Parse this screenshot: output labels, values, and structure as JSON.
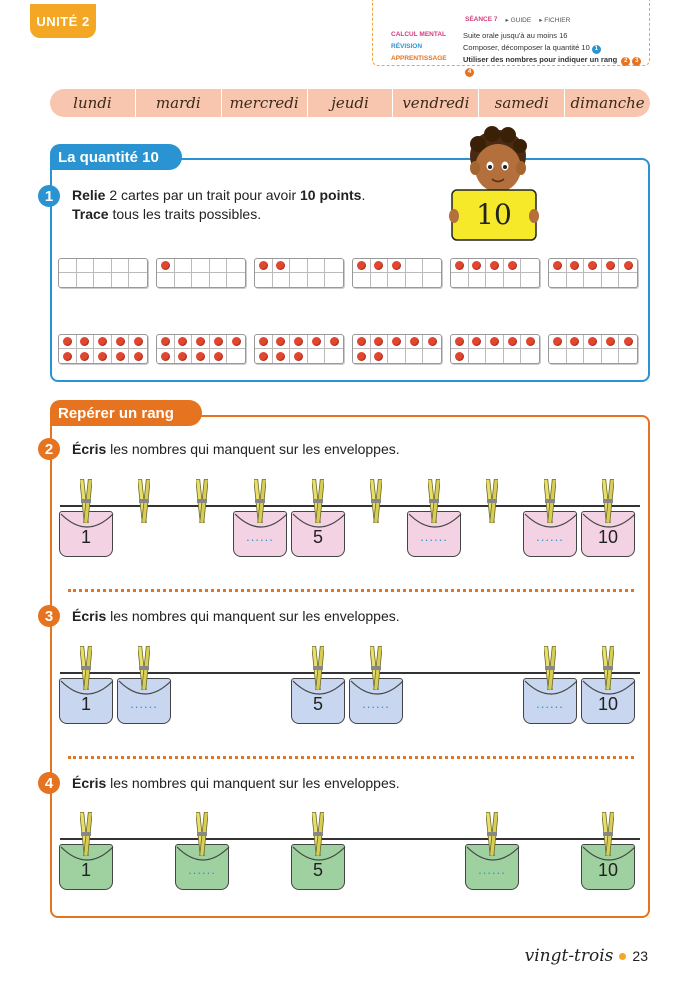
{
  "header": {
    "unit": "UNITÉ 2",
    "seance": "SÉANCE 7",
    "guide": "GUIDE",
    "fichier": "FICHIER",
    "rows": [
      {
        "label": "CALCUL MENTAL",
        "value": "Suite orale jusqu'à au moins 16",
        "badges": []
      },
      {
        "label": "RÉVISION",
        "value": "Composer, décomposer la quantité 10",
        "badges": [
          "1"
        ]
      },
      {
        "label": "APPRENTISSAGE",
        "value": "Utiliser des nombres pour indiquer un rang",
        "badges": [
          "2",
          "3",
          "4"
        ]
      }
    ]
  },
  "days": [
    "lundi",
    "mardi",
    "mercredi",
    "jeudi",
    "vendredi",
    "samedi",
    "dimanche"
  ],
  "section1": {
    "title": "La quantité 10",
    "exercise_number": "1",
    "instruction_line1_bold": "Relie",
    "instruction_line1_mid": " 2 cartes par un trait pour avoir ",
    "instruction_line1_bold2": "10 points",
    "instruction_line1_end": ".",
    "instruction_line2_bold": "Trace",
    "instruction_line2_rest": " tous les traits possibles.",
    "sign_number": "10",
    "top_row_dots": [
      0,
      1,
      2,
      3,
      4,
      5
    ],
    "bottom_row_dots": [
      10,
      9,
      8,
      7,
      6,
      5
    ]
  },
  "section2": {
    "title": "Repérer un rang",
    "exercises": [
      {
        "number": "2",
        "instruction_bold": "Écris",
        "instruction_rest": " les nombres qui manquent sur les enveloppes.",
        "envelopes": [
          {
            "slot": 1,
            "label": "1"
          },
          {
            "slot": 4,
            "label": "......"
          },
          {
            "slot": 5,
            "label": "5"
          },
          {
            "slot": 7,
            "label": "......"
          },
          {
            "slot": 9,
            "label": "......"
          },
          {
            "slot": 10,
            "label": "10"
          }
        ],
        "color": "#f3d3e3"
      },
      {
        "number": "3",
        "instruction_bold": "Écris",
        "instruction_rest": " les nombres qui manquent sur les enveloppes.",
        "envelopes": [
          {
            "slot": 1,
            "label": "1"
          },
          {
            "slot": 2,
            "label": "......"
          },
          {
            "slot": 5,
            "label": "5"
          },
          {
            "slot": 6,
            "label": "......"
          },
          {
            "slot": 9,
            "label": "......"
          },
          {
            "slot": 10,
            "label": "10"
          }
        ],
        "color": "#c8d6ef"
      },
      {
        "number": "4",
        "instruction_bold": "Écris",
        "instruction_rest": " les nombres qui manquent sur les enveloppes.",
        "envelopes": [
          {
            "slot": 1,
            "label": "1"
          },
          {
            "slot": 3,
            "label": "......"
          },
          {
            "slot": 5,
            "label": "5"
          },
          {
            "slot": 8,
            "label": "......"
          },
          {
            "slot": 10,
            "label": "10"
          }
        ],
        "color": "#9fd1a0"
      }
    ]
  },
  "footer": {
    "word": "vingt-trois",
    "page": "23"
  }
}
